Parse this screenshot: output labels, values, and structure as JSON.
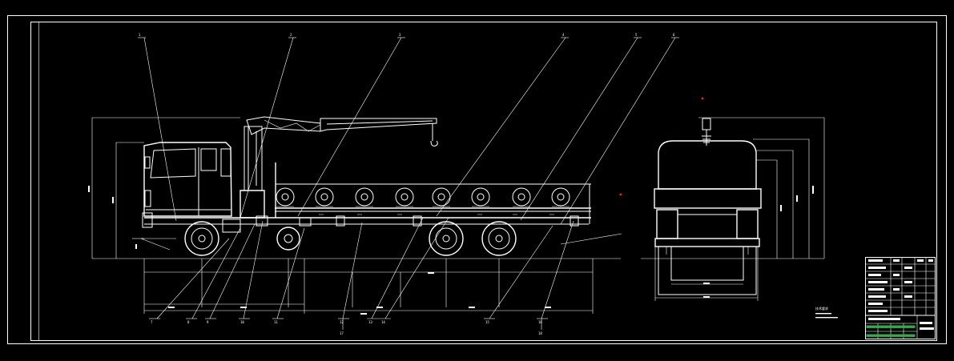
{
  "drawing": {
    "sheet_color": "#000000",
    "line_color": "#ffffff",
    "accent_marks_color": "#ff2020",
    "title_block_green": "#2fae4a"
  },
  "balloons": [
    "1",
    "2",
    "3",
    "4",
    "5",
    "6",
    "7",
    "8",
    "9",
    "10",
    "11",
    "12",
    "13",
    "14",
    "15",
    "16",
    "17",
    "18"
  ],
  "notes": [
    "技术要求",
    "1.",
    "2."
  ],
  "title_block": {
    "rows": 8
  }
}
